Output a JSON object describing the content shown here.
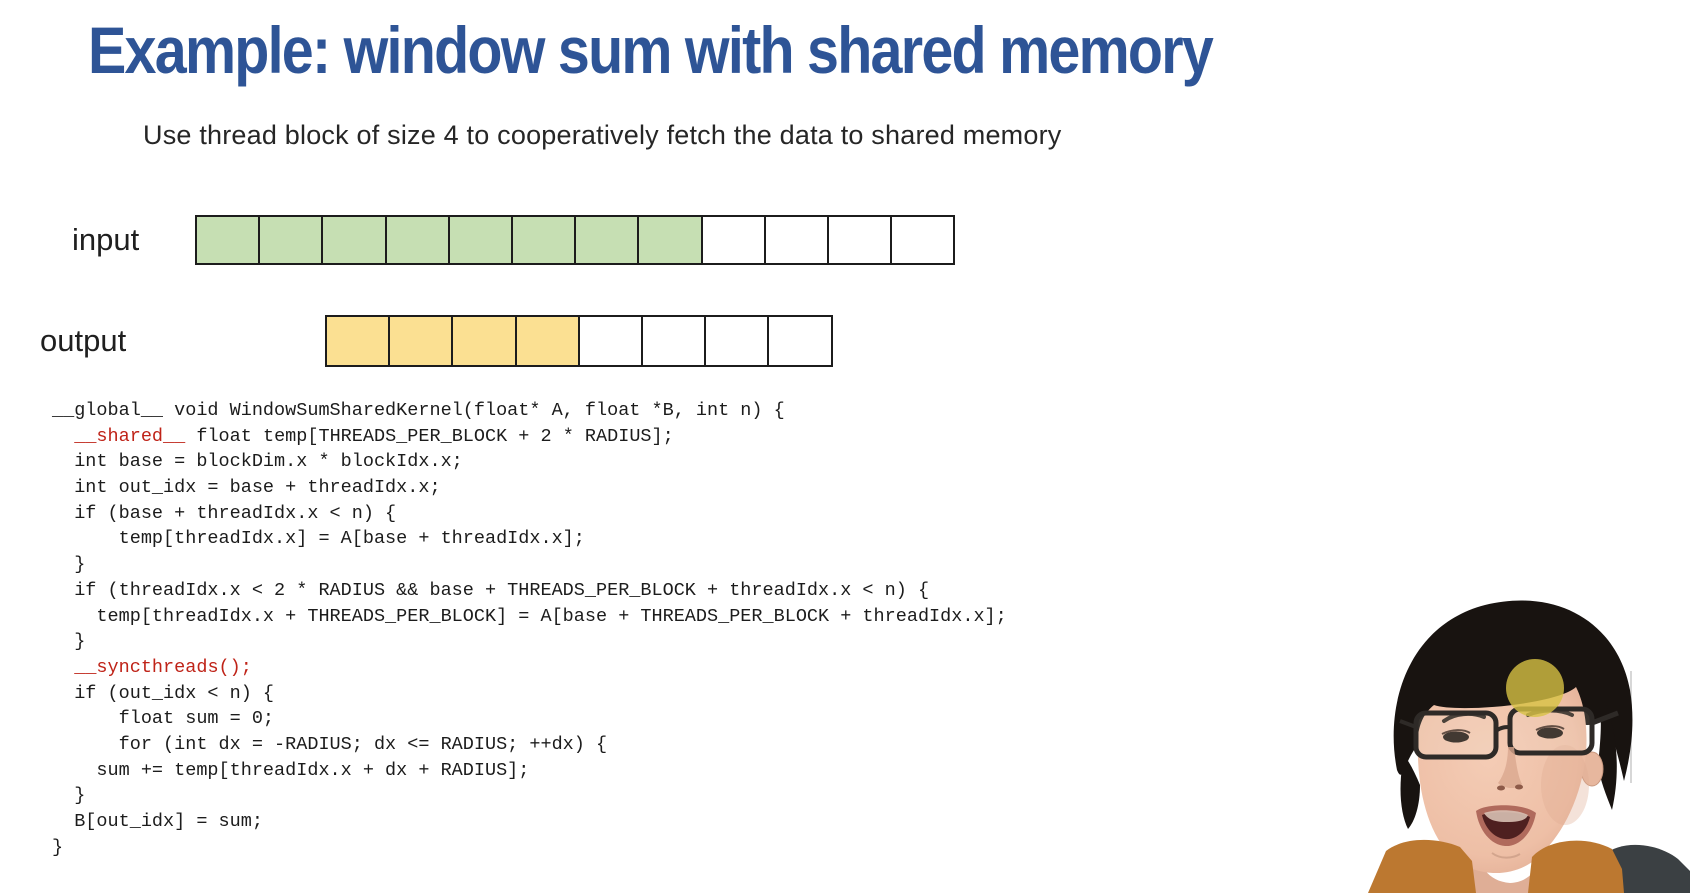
{
  "slide": {
    "title": "Example: window sum with shared memory",
    "subtitle": "Use thread block of size 4 to cooperatively fetch the data to shared memory"
  },
  "colors": {
    "title_blue": "#2e5496",
    "code_text": "#1c1c1c",
    "code_highlight": "#bf2318",
    "cell_border": "#1c1c1c",
    "input_fill_green": "#c6dfb3",
    "output_fill_yellow": "#fbe092",
    "highlight_circle_yellow": "#d7c243"
  },
  "diagram": {
    "input_label": "input",
    "output_label": "output",
    "input_cells": {
      "total": 12,
      "filled": 8
    },
    "output_cells": {
      "total": 8,
      "filled": 4
    }
  },
  "code": {
    "lines": [
      {
        "segments": [
          {
            "text": "__global__ void WindowSumSharedKernel(float* A, float *B, int n) {"
          }
        ]
      },
      {
        "segments": [
          {
            "text": "  "
          },
          {
            "text": "__shared__",
            "red": true
          },
          {
            "text": " float temp[THREADS_PER_BLOCK + 2 * RADIUS];"
          }
        ]
      },
      {
        "segments": [
          {
            "text": "  int base = blockDim.x * blockIdx.x;"
          }
        ]
      },
      {
        "segments": [
          {
            "text": "  int out_idx = base + threadIdx.x;"
          }
        ]
      },
      {
        "segments": [
          {
            "text": "  if (base + threadIdx.x < n) {"
          }
        ]
      },
      {
        "segments": [
          {
            "text": "      temp[threadIdx.x] = A[base + threadIdx.x];"
          }
        ]
      },
      {
        "segments": [
          {
            "text": "  }"
          }
        ]
      },
      {
        "segments": [
          {
            "text": "  if (threadIdx.x < 2 * RADIUS && base + THREADS_PER_BLOCK + threadIdx.x < n) {"
          }
        ]
      },
      {
        "segments": [
          {
            "text": "    temp[threadIdx.x + THREADS_PER_BLOCK] = A[base + THREADS_PER_BLOCK + threadIdx.x];"
          }
        ]
      },
      {
        "segments": [
          {
            "text": "  }"
          }
        ]
      },
      {
        "segments": [
          {
            "text": "  "
          },
          {
            "text": "__syncthreads();",
            "red": true
          }
        ]
      },
      {
        "segments": [
          {
            "text": "  if (out_idx < n) {"
          }
        ]
      },
      {
        "segments": [
          {
            "text": "      float sum = 0;"
          }
        ]
      },
      {
        "segments": [
          {
            "text": "      for (int dx = -RADIUS; dx <= RADIUS; ++dx) {"
          }
        ]
      },
      {
        "segments": [
          {
            "text": "    sum += temp[threadIdx.x + dx + RADIUS];"
          }
        ]
      },
      {
        "segments": [
          {
            "text": "  }"
          }
        ]
      },
      {
        "segments": [
          {
            "text": "  B[out_idx] = sum;"
          }
        ]
      },
      {
        "segments": [
          {
            "text": "}"
          }
        ]
      }
    ]
  },
  "webcam": {
    "subject": "presenter talking, black hair, glasses, orange hoodie with dark jacket",
    "hair": "#181310",
    "skin": "#eec3ac",
    "hoodie_orange": "#bc7830",
    "jacket_dark": "#3b4043",
    "highlight_opacity": 0.8
  }
}
